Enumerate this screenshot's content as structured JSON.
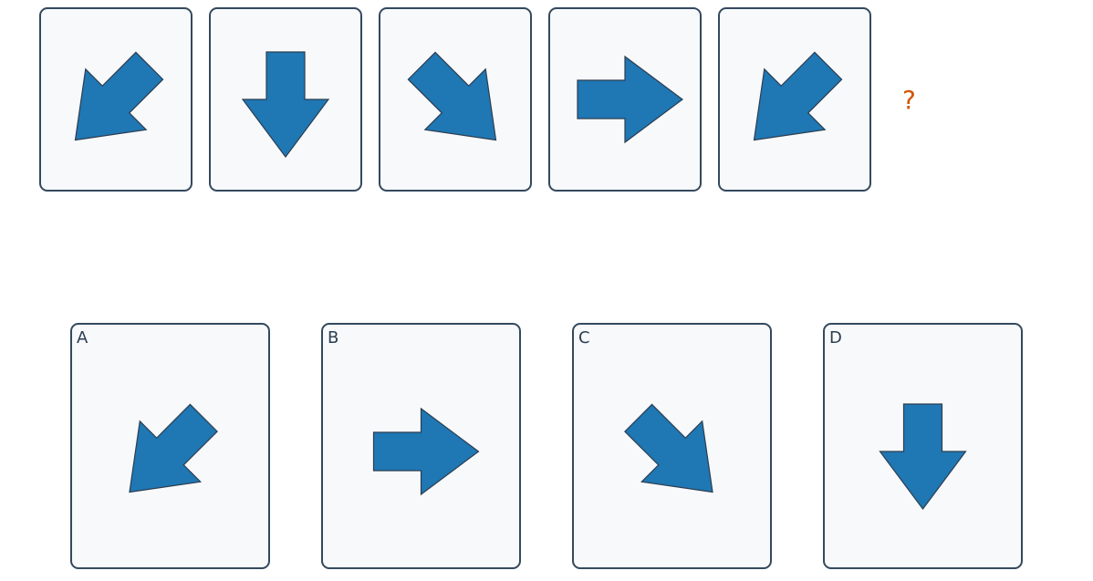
{
  "sequence": [
    {
      "direction": "down-left"
    },
    {
      "direction": "down"
    },
    {
      "direction": "down-right"
    },
    {
      "direction": "right"
    },
    {
      "direction": "down-left"
    }
  ],
  "missing_marker": "?",
  "options": [
    {
      "label": "A",
      "direction": "down-left"
    },
    {
      "label": "B",
      "direction": "right"
    },
    {
      "label": "C",
      "direction": "down-right"
    },
    {
      "label": "D",
      "direction": "down"
    }
  ],
  "colors": {
    "arrow_fill": "#1f77b4",
    "card_border": "#34495e",
    "question_mark": "#d35400"
  }
}
